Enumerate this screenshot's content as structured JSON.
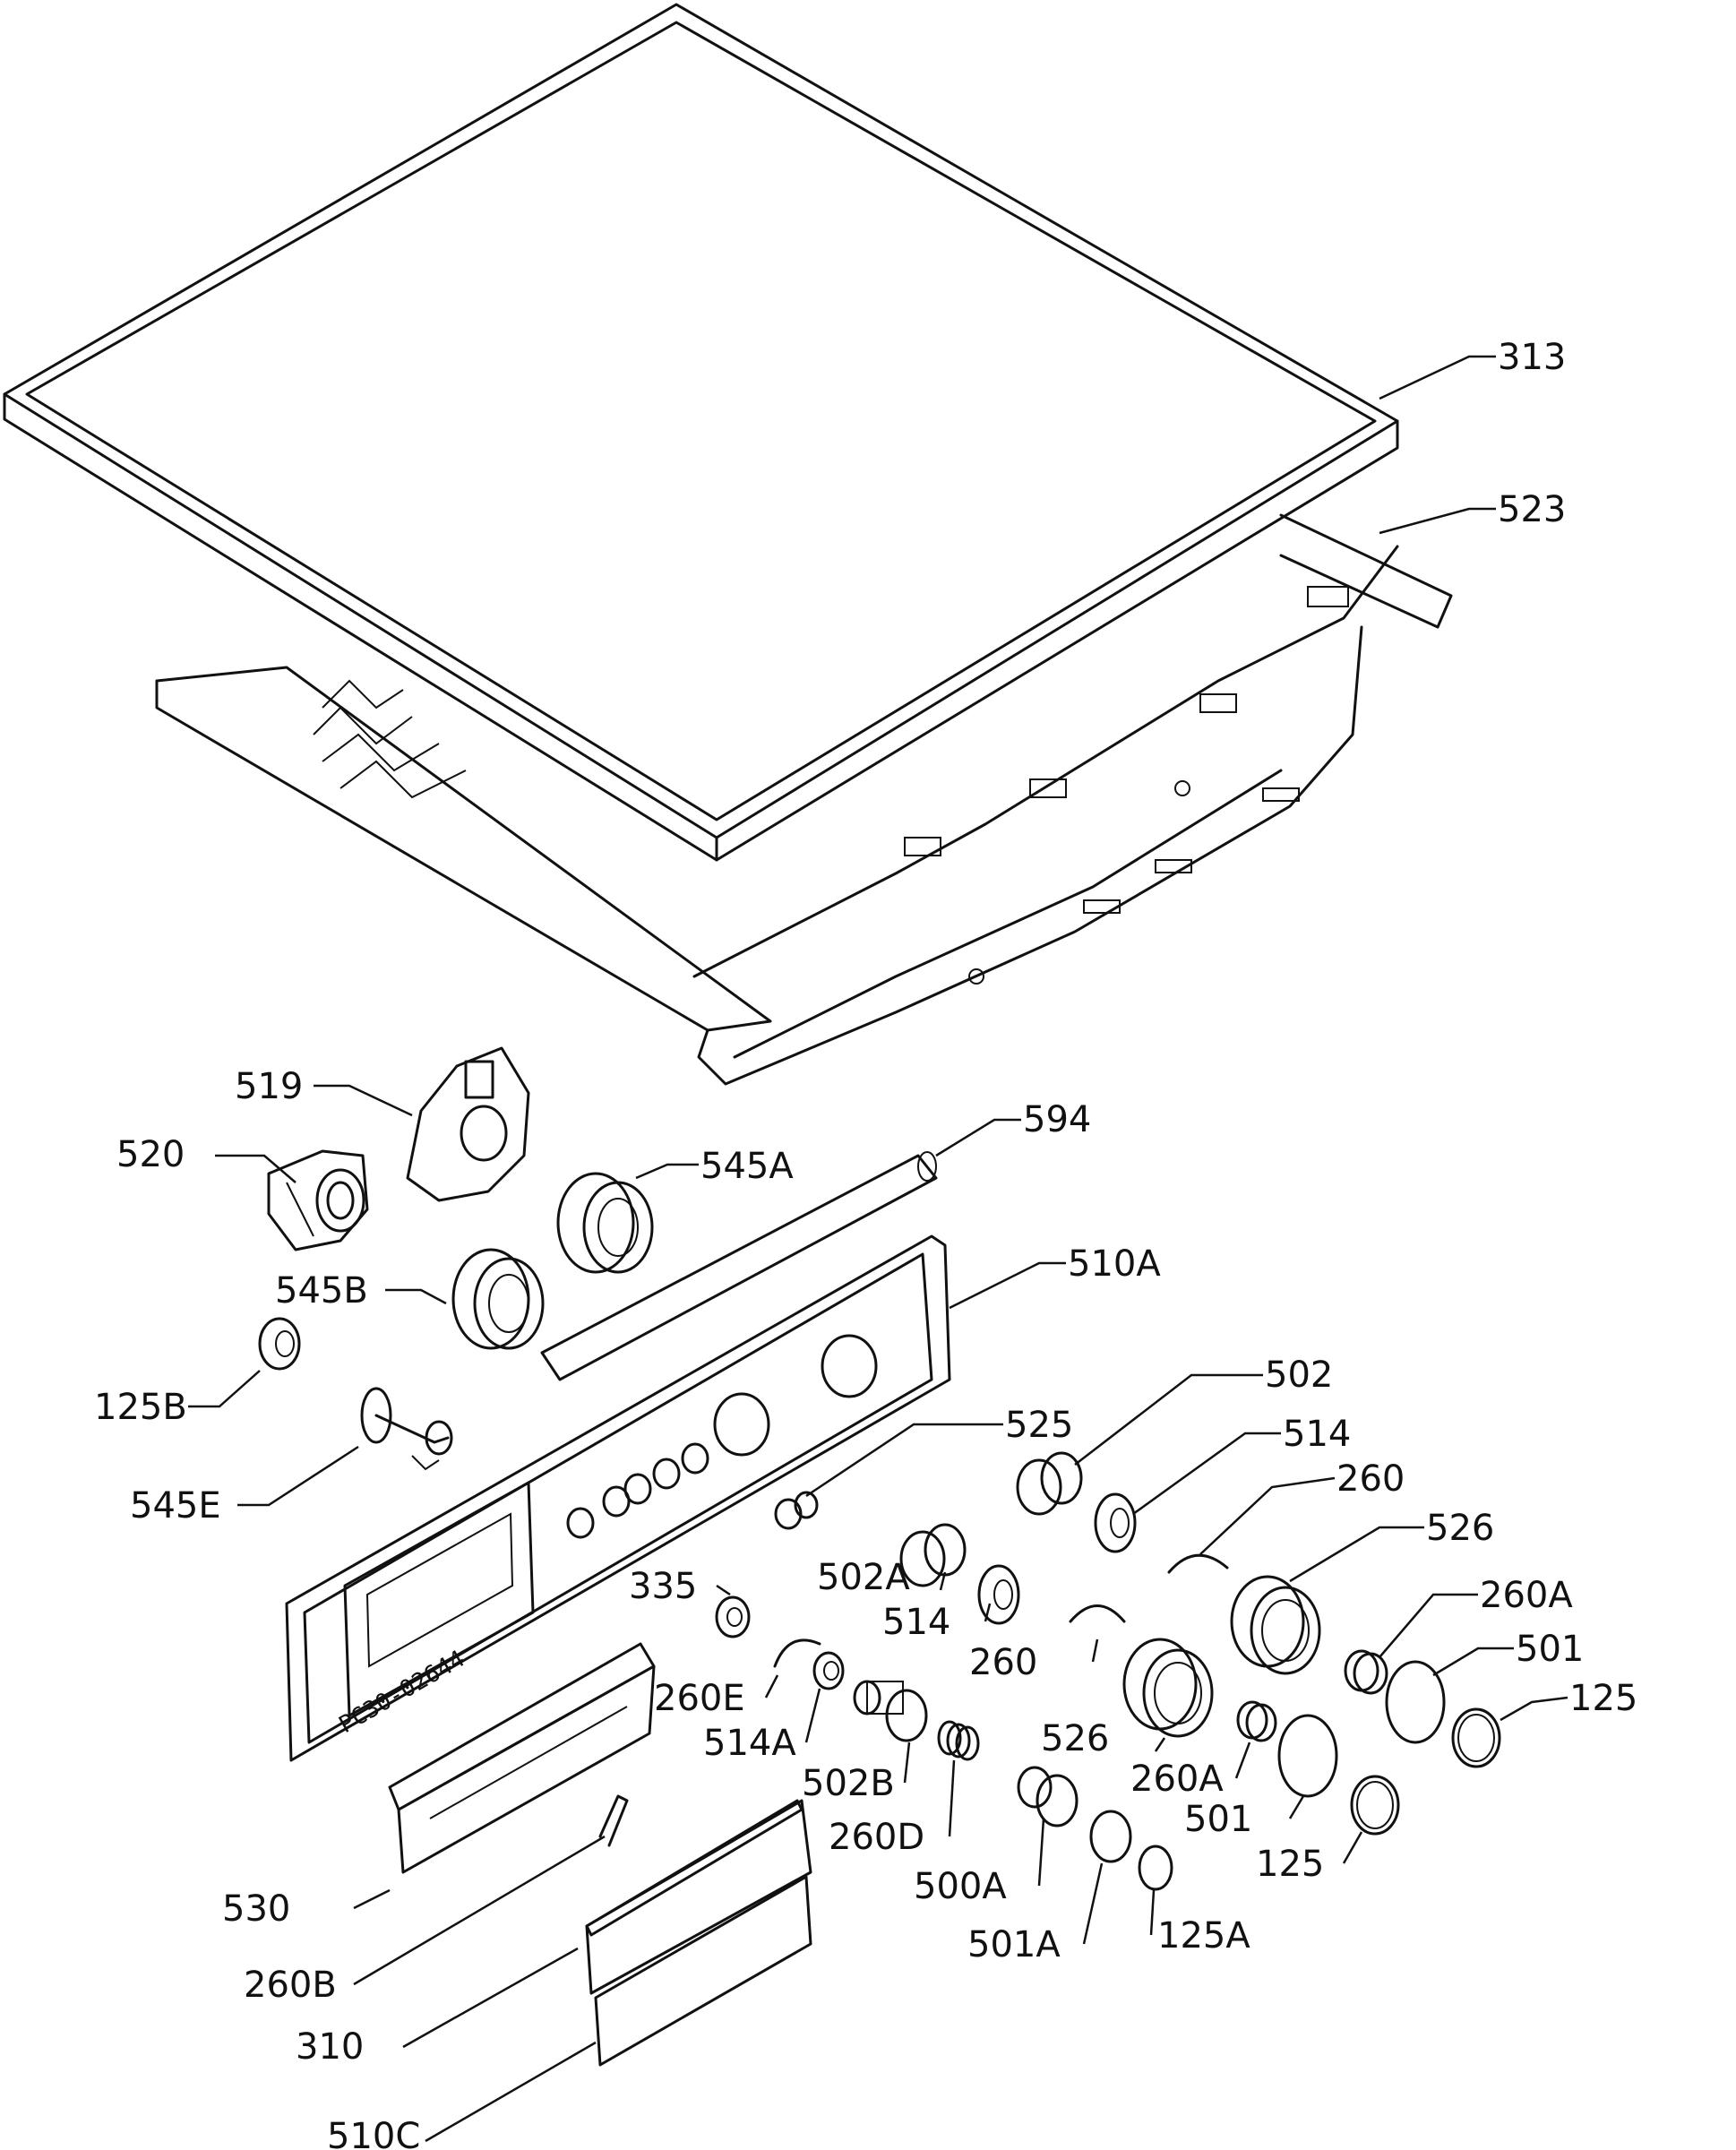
{
  "labels": [
    {
      "id": "313",
      "text": "313"
    },
    {
      "id": "523",
      "text": "523"
    },
    {
      "id": "519",
      "text": "519"
    },
    {
      "id": "520",
      "text": "520"
    },
    {
      "id": "545A",
      "text": "545A"
    },
    {
      "id": "594",
      "text": "594"
    },
    {
      "id": "510A",
      "text": "510A"
    },
    {
      "id": "545B",
      "text": "545B"
    },
    {
      "id": "125B",
      "text": "125B"
    },
    {
      "id": "545E",
      "text": "545E"
    },
    {
      "id": "502",
      "text": "502"
    },
    {
      "id": "525",
      "text": "525"
    },
    {
      "id": "514",
      "text": "514"
    },
    {
      "id": "260",
      "text": "260"
    },
    {
      "id": "526",
      "text": "526"
    },
    {
      "id": "260A",
      "text": "260A"
    },
    {
      "id": "501",
      "text": "501"
    },
    {
      "id": "125",
      "text": "125"
    },
    {
      "id": "335",
      "text": "335"
    },
    {
      "id": "502A",
      "text": "502A"
    },
    {
      "id": "514b",
      "text": "514"
    },
    {
      "id": "260b",
      "text": "260"
    },
    {
      "id": "526b",
      "text": "526"
    },
    {
      "id": "260Ab",
      "text": "260A"
    },
    {
      "id": "501b",
      "text": "501"
    },
    {
      "id": "125b",
      "text": "125"
    },
    {
      "id": "260E",
      "text": "260E"
    },
    {
      "id": "514A",
      "text": "514A"
    },
    {
      "id": "502B",
      "text": "502B"
    },
    {
      "id": "260D",
      "text": "260D"
    },
    {
      "id": "500A",
      "text": "500A"
    },
    {
      "id": "501A",
      "text": "501A"
    },
    {
      "id": "125A",
      "text": "125A"
    },
    {
      "id": "530",
      "text": "530"
    },
    {
      "id": "260B",
      "text": "260B"
    },
    {
      "id": "310",
      "text": "310"
    },
    {
      "id": "510C",
      "text": "510C"
    }
  ],
  "drawing_code": "PC30-02644"
}
